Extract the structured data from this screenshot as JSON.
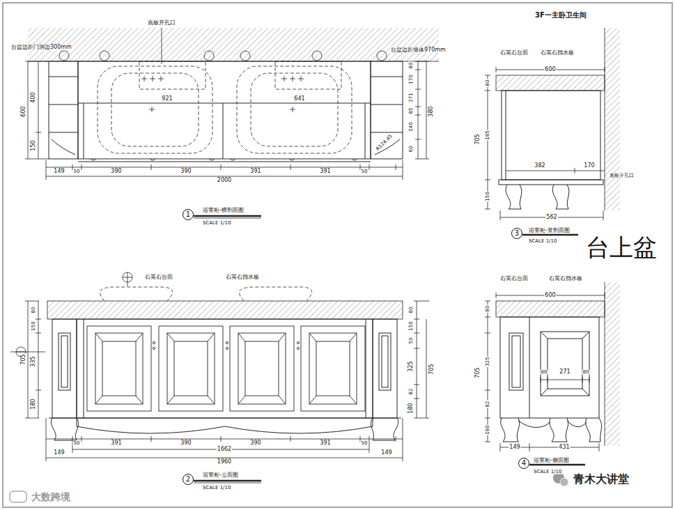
{
  "diagram": {
    "nodes": [
      {
        "text": [
          "1"
        ]
      },
      {
        "text": [
          "2"
        ]
      },
      {
        "text": [
          "3"
        ]
      },
      {
        "text": [
          "4"
        ]
      }
    ],
    "labels": [
      "底板开孔口",
      "台盆边距门洞边300mm",
      "台盆边距墙体970mm",
      "600",
      "400",
      "150",
      "921",
      "641",
      "80",
      "170",
      "271",
      "380",
      "85",
      "140",
      "60",
      "R124.45",
      "149",
      "50",
      "390",
      "390",
      "391",
      "391",
      "50",
      "2000",
      "浴室柜-横剖面图",
      "SCALE 1/10",
      "石英石台面",
      "石英石挡水板",
      "80",
      "150",
      "705",
      "335",
      "180",
      "80",
      "150",
      "50",
      "325",
      "82",
      "705",
      "180",
      "149",
      "50",
      "391",
      "390",
      "390",
      "391",
      "50",
      "149",
      "1662",
      "1960",
      "浴室柜-立面图",
      "SCALE 1/10",
      "3F一主卧卫生间",
      "石英石台面",
      "石英石挡水板",
      "600",
      "80",
      "705",
      "185",
      "150",
      "382",
      "170",
      "底板开孔口",
      "562",
      "浴室柜-竖剖面图",
      "SCALE 1/10",
      "台上盆",
      "石英石台面",
      "石英石挡水板",
      "600",
      "80",
      "705",
      "325",
      "82",
      "180",
      "80",
      "271",
      "80",
      "149",
      "431",
      "浴室柜-侧面图",
      "SCALE 1/10",
      "大数跨境",
      "青木大讲堂"
    ]
  }
}
